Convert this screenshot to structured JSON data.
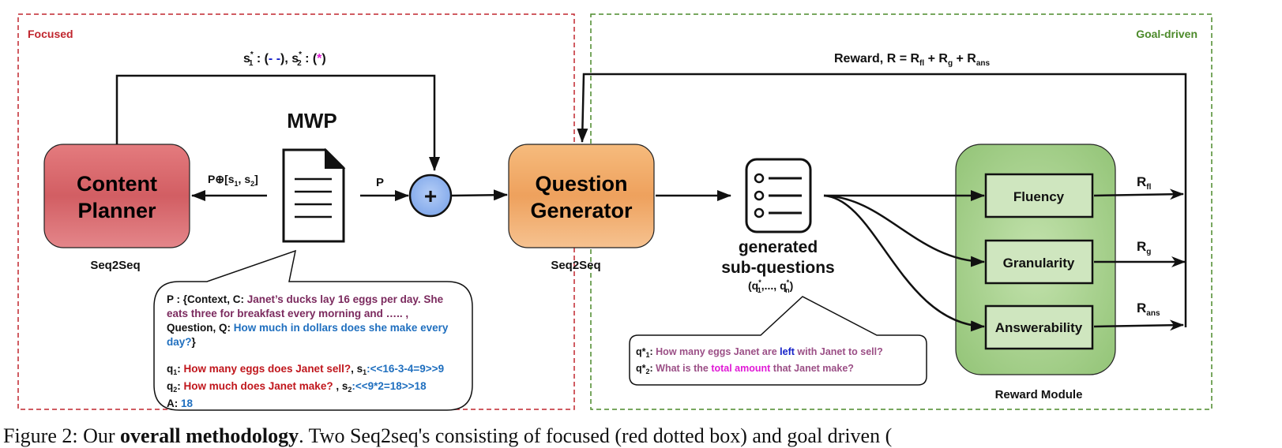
{
  "panels": {
    "left_label": "Focused",
    "right_label": "Goal-driven",
    "left_color": "#c0262e",
    "right_color": "#4c8a2a"
  },
  "content_planner": {
    "line1": "Content",
    "line2": "Planner",
    "sublabel": "Seq2Seq",
    "fill": "#d9676b"
  },
  "mwp": {
    "title": "MWP"
  },
  "question_generator": {
    "line1": "Question",
    "line2": "Generator",
    "sublabel": "Seq2Seq",
    "fill": "#f2ad6a"
  },
  "plus_node": {
    "symbol": "+",
    "fill": "#8fb3ee"
  },
  "edges": {
    "p_label": "P",
    "p_oplus_prefix": "P⊕[s",
    "p_oplus_1": "1",
    "p_oplus_mid": ", s",
    "p_oplus_2": "2",
    "p_oplus_suffix": "]"
  },
  "feedback": {
    "s1_sub": "1",
    "s2_sub": "2",
    "star": "*",
    "s1_value": "- -",
    "s2_value": "*",
    "reward_prefix": "Reward, R = R",
    "reward_fl": "fl",
    "reward_mid1": " + R",
    "reward_g": "g",
    "reward_mid2": " + R",
    "reward_ans": "ans"
  },
  "generated": {
    "line1": "generated",
    "line2": "sub-questions",
    "set_prefix": "(q",
    "set_sub1": "1",
    "set_mid": ",..., q",
    "set_subn": "n",
    "set_suffix": ")"
  },
  "reward_module": {
    "label": "Reward Module",
    "fill": "#a7cf8e",
    "fluency": "Fluency",
    "granularity": "Granularity",
    "answerability": "Answerability",
    "r_fl": "fl",
    "r_g": "g",
    "r_ans": "ans",
    "r_letter": "R"
  },
  "example": {
    "p_intro": "P : {Context, C: ",
    "context": "Janet’s ducks lay 16 eggs per day. She eats three for breakfast every morning and ….. ,",
    "question_label": "Question, Q: ",
    "question": "How much in dollars does she make every day?",
    "close": "}",
    "q1_label": "q",
    "q1_sub": "1",
    "q1_text": "How many eggs does Janet sell?",
    "q1_s_label": ", s",
    "q1_s_sub": "1",
    "q1_equation": ":<<16-3-4=9>>9",
    "q2_label": "q",
    "q2_sub": "2",
    "q2_text": "How much does Janet make?",
    "q2_s_label": " , s",
    "q2_s_sub": "2",
    "q2_equation": ":<<9*2=18>>18",
    "a_label": "A: ",
    "a_value": "18"
  },
  "generated_example": {
    "q_label": "q*",
    "q1_sub": "1",
    "q1_prefix": "How many eggs Janet are ",
    "q1_highlight": "left",
    "q1_suffix": " with Janet to sell?",
    "q2_sub": "2",
    "q2_prefix": "What is the ",
    "q2_highlight": "total amount",
    "q2_suffix": " that  Janet make?"
  },
  "caption": {
    "prefix": "Figure 2: Our ",
    "bold": "overall methodology",
    "rest": ". Two Seq2seq's consisting of focused (red dotted box) and goal driven ("
  }
}
